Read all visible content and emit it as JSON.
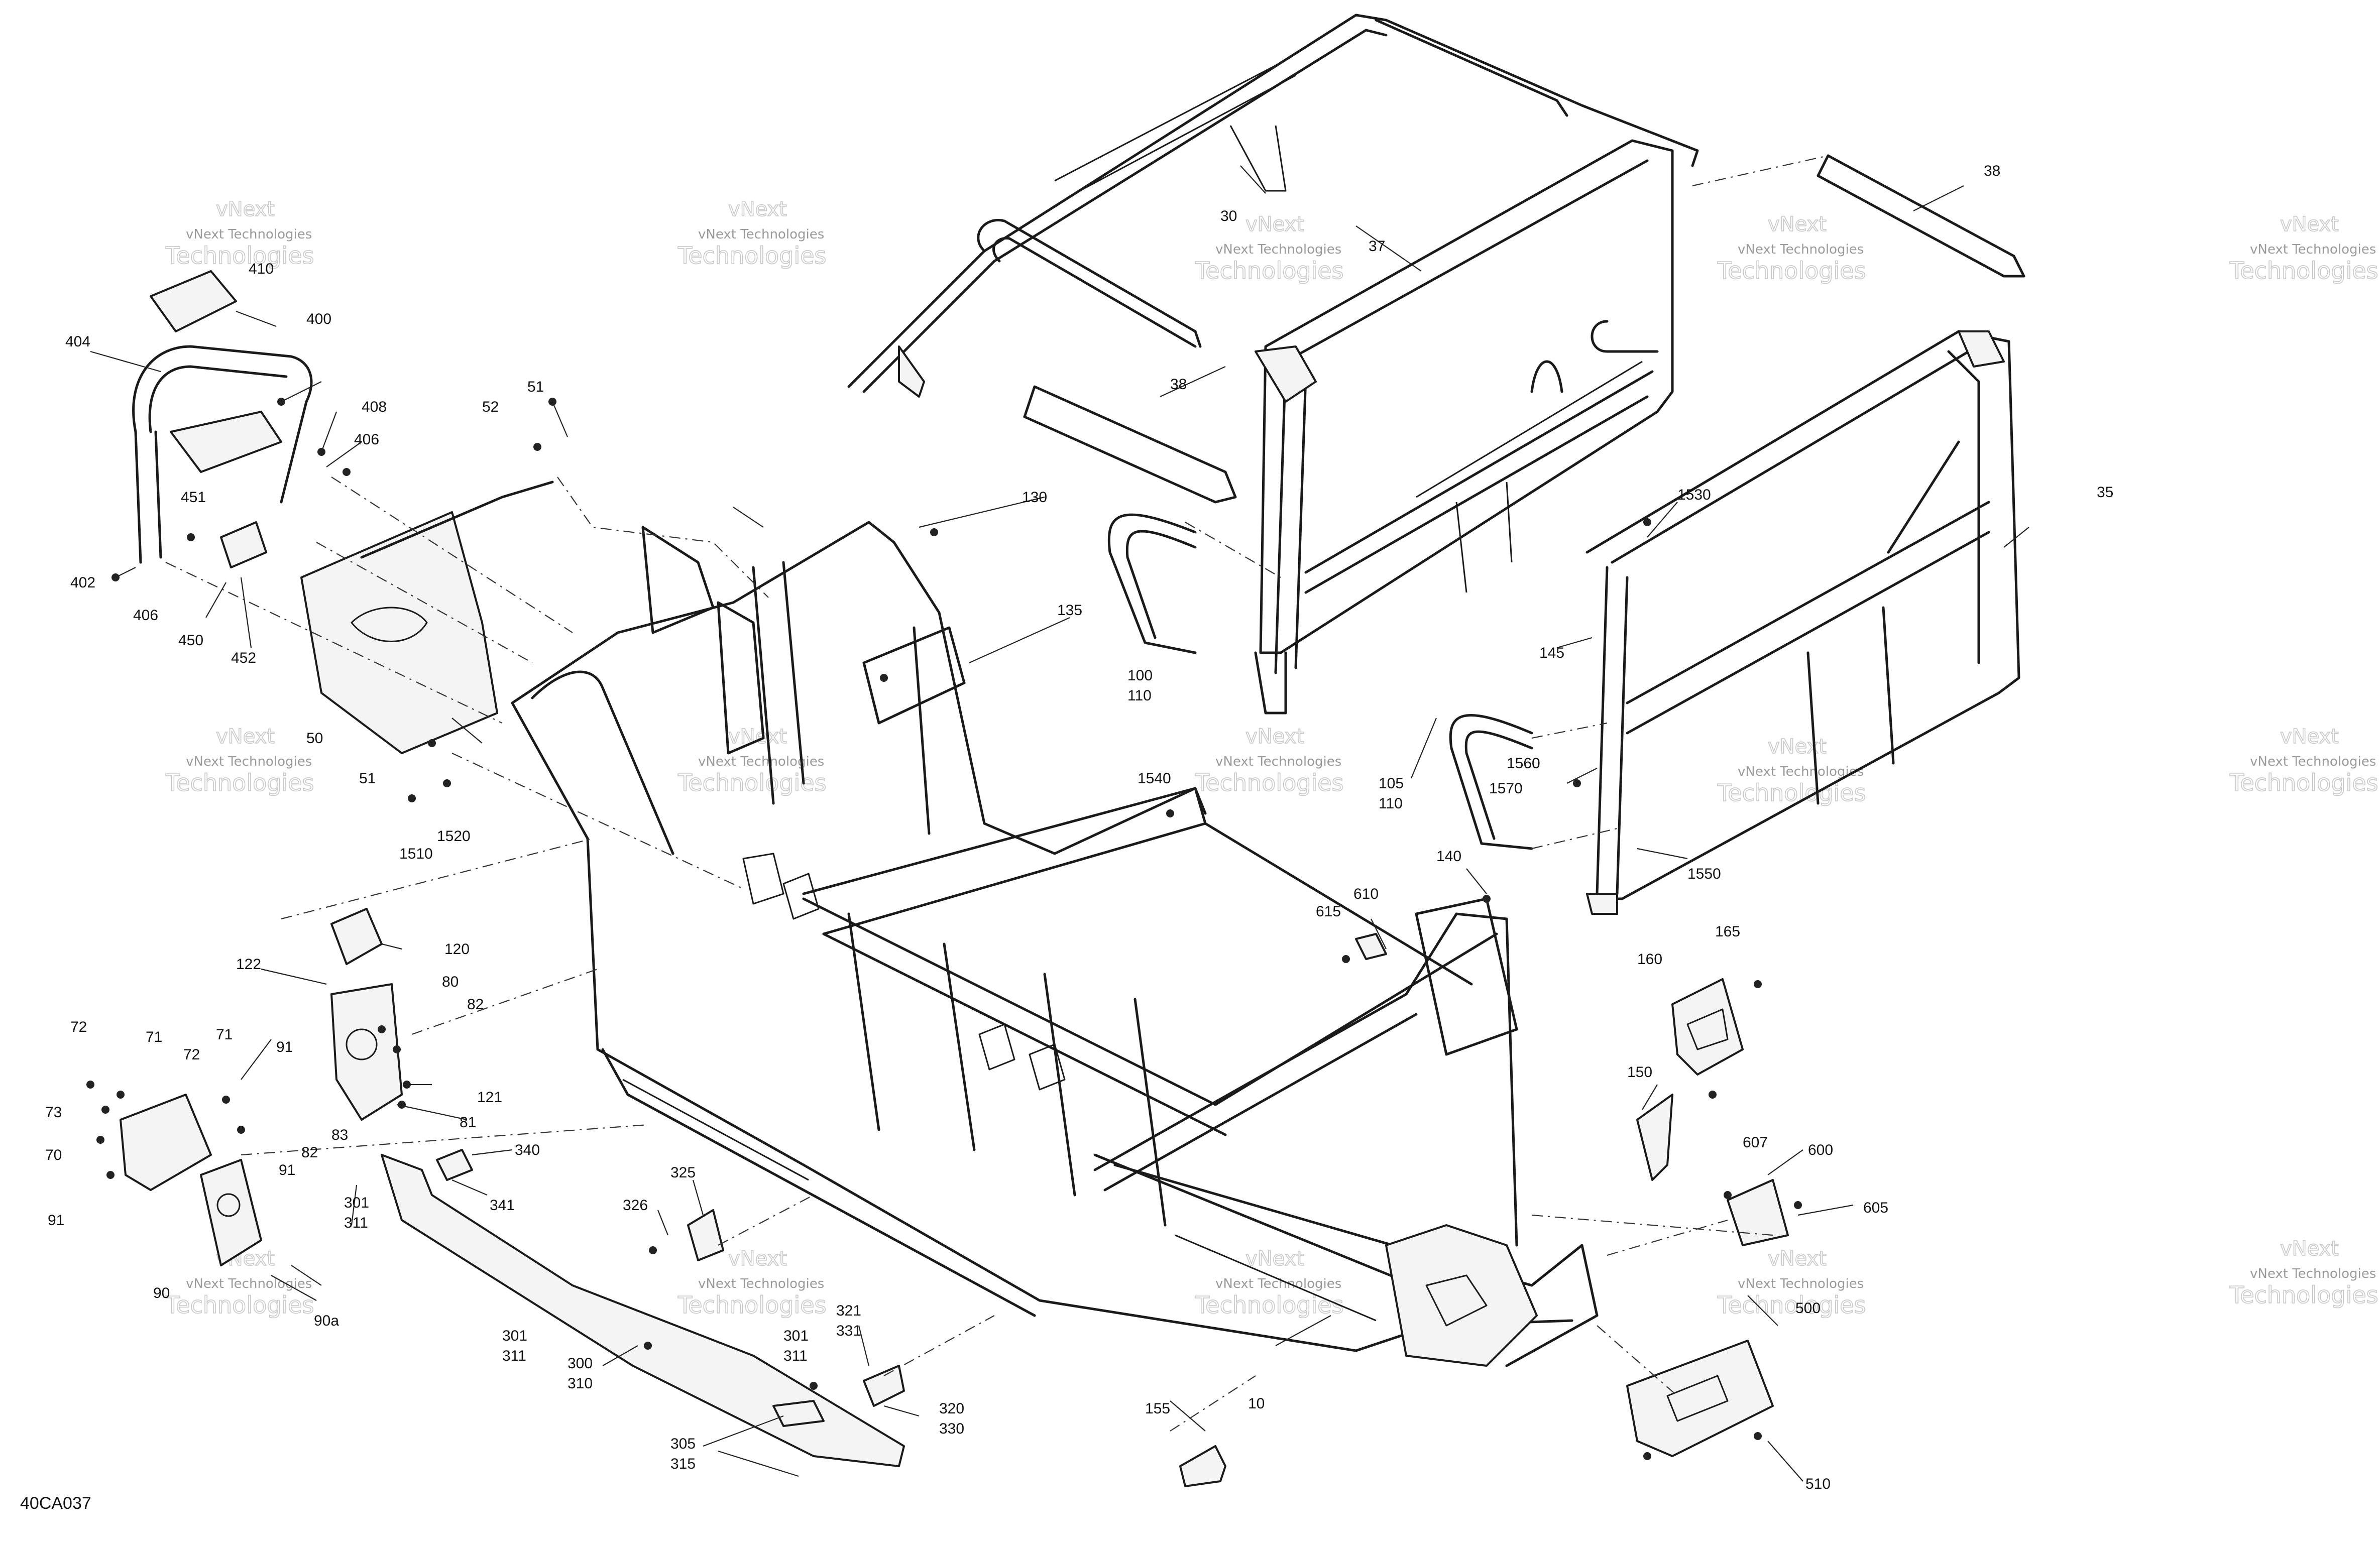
{
  "diagram_code": "40CA037",
  "watermark": {
    "line1": "vNext Technologies",
    "line2": "Technologies",
    "top": "vNext"
  },
  "part_labels": {
    "p30": "30",
    "p37": "37",
    "p38a": "38",
    "p38b": "38",
    "p35": "35",
    "p410": "410",
    "p400": "400",
    "p404": "404",
    "p408": "408",
    "p406a": "406",
    "p451": "451",
    "p402": "402",
    "p406b": "406",
    "p450": "450",
    "p452": "452",
    "p52": "52",
    "p51a": "51",
    "p50": "50",
    "p51b": "51",
    "p1510": "1510",
    "p1520": "1520",
    "p130": "130",
    "p135": "135",
    "p100": "100",
    "p110a": "110",
    "p1530": "1530",
    "p145": "145",
    "p105": "105",
    "p110b": "110",
    "p1560": "1560",
    "p1570": "1570",
    "p1550": "1550",
    "p1540": "1540",
    "p140": "140",
    "p615": "615",
    "p610": "610",
    "p165": "165",
    "p160": "160",
    "p150": "150",
    "p120": "120",
    "p122": "122",
    "p80": "80",
    "p82a": "82",
    "p121": "121",
    "p81": "81",
    "p72a": "72",
    "p71a": "71",
    "p72b": "72",
    "p71b": "71",
    "p91a": "91",
    "p73": "73",
    "p83": "83",
    "p70": "70",
    "p82b": "82",
    "p91b": "91",
    "p91c": "91",
    "p340": "340",
    "p341": "341",
    "p301a": "301",
    "p311a": "311",
    "p325": "325",
    "p326": "326",
    "p90": "90",
    "p90a": "90a",
    "p301b": "301",
    "p311b": "311",
    "p300": "300",
    "p310": "310",
    "p321": "321",
    "p331": "331",
    "p301c": "301",
    "p311c": "311",
    "p320": "320",
    "p330": "330",
    "p305": "305",
    "p315": "315",
    "p607": "607",
    "p600": "600",
    "p605": "605",
    "p500": "500",
    "p510": "510",
    "p10": "10",
    "p155": "155"
  }
}
